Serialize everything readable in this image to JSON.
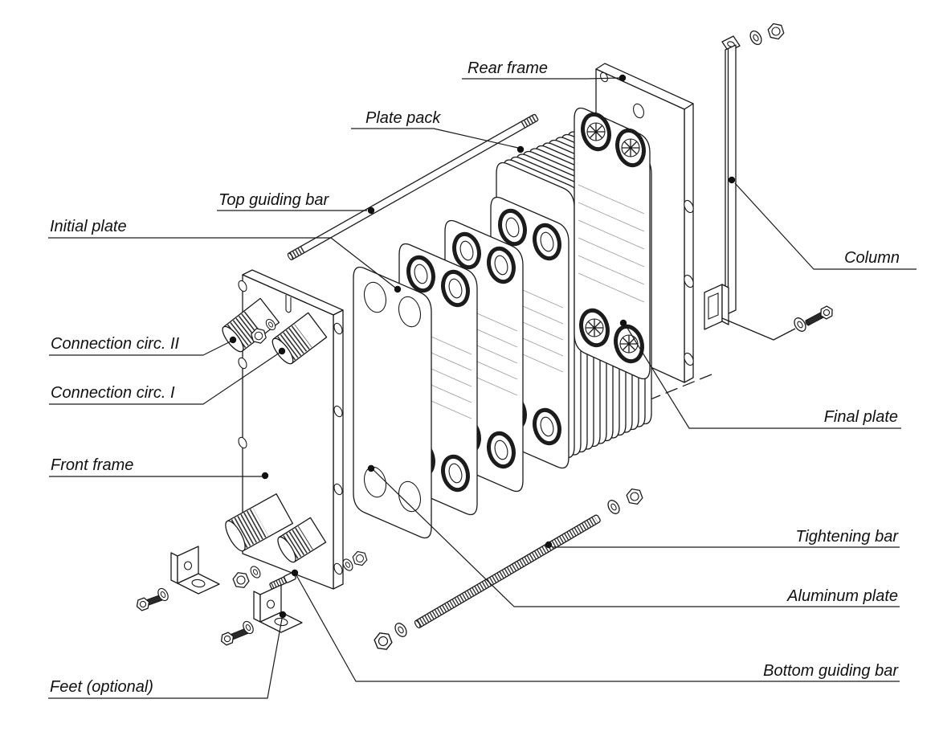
{
  "diagram_type": "exploded-view technical line drawing of a gasketed plate heat exchanger",
  "colors": {
    "line": "#1a1a1a",
    "background": "#ffffff",
    "text": "#111111"
  },
  "labels": {
    "rear_frame": "Rear frame",
    "plate_pack": "Plate pack",
    "top_guiding_bar": "Top guiding bar",
    "initial_plate": "Initial plate",
    "connection_circ_2": "Connection circ. II",
    "connection_circ_1": "Connection circ. I",
    "front_frame": "Front frame",
    "feet": "Feet (optional)",
    "column": "Column",
    "final_plate": "Final plate",
    "tightening_bar": "Tightening bar",
    "aluminum_plate": "Aluminum plate",
    "bottom_guiding_bar": "Bottom guiding bar"
  }
}
